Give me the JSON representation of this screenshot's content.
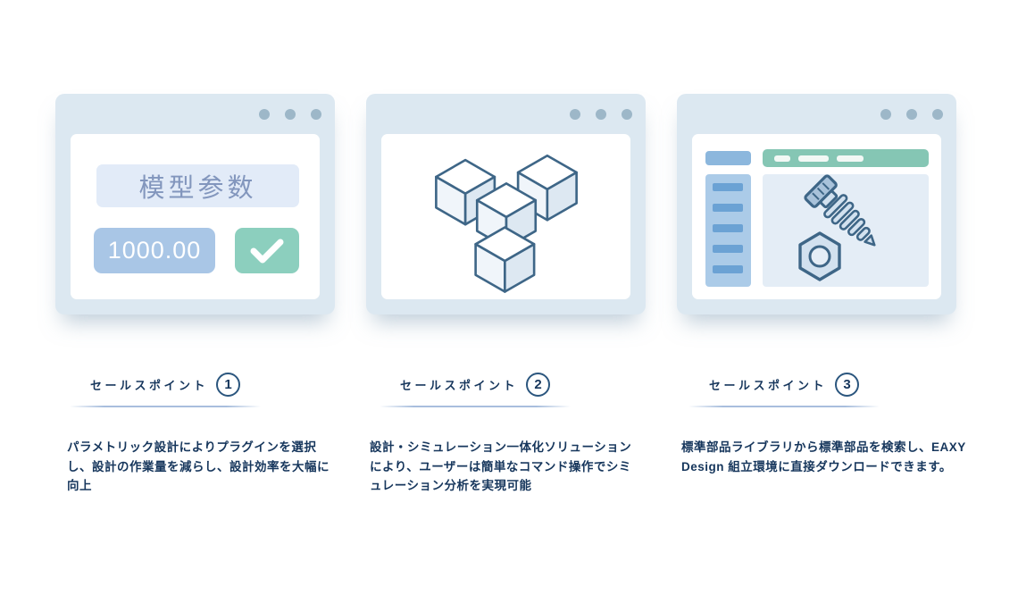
{
  "page": {
    "background": "#ffffff"
  },
  "colors": {
    "card_bg": "#dce8f1",
    "window_dot": "#9db7c8",
    "panel_bg": "#ffffff",
    "param_label_bg": "#e2ebf8",
    "param_label_text": "#8296bd",
    "param_value_bg": "#a9c6e6",
    "check_bg": "#8ccfbe",
    "illustration_outline": "#3e6687",
    "mini_blue": "#8cb7dd",
    "mini_teal": "#85c6b4",
    "text": "#16365c",
    "underline": "#a8bedd"
  },
  "icons": {
    "window_dots": "window-dots",
    "check": "check-icon",
    "cubes": "cubes-icon",
    "screw": "screw-icon",
    "nut": "nut-icon"
  },
  "cards": [
    {
      "label": "セールスポイント",
      "number": "1",
      "param_label": "模型参数",
      "param_value": "1000.00",
      "description": "パラメトリック設計によりプラグインを選択し、設計の作業量を減らし、設計効率を大幅に向上"
    },
    {
      "label": "セールスポイント",
      "number": "2",
      "description": "設計・シミュレーション一体化ソリューションにより、ユーザーは簡単なコマンド操作でシミュレーション分析を実現可能"
    },
    {
      "label": "セールスポイント",
      "number": "3",
      "description": "標準部品ライブラリから標準部品を検索し、EAXY Design 組立環境に直接ダウンロードできます。"
    }
  ]
}
